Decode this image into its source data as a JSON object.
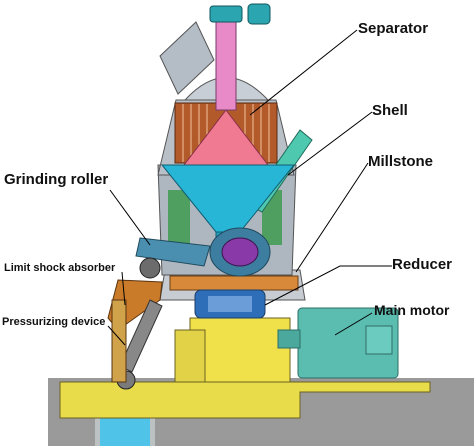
{
  "labels": {
    "separator": "Separator",
    "shell": "Shell",
    "millstone": "Millstone",
    "grinding_roller": "Grinding roller",
    "reducer": "Reducer",
    "limit_shock_absorber": "Limit shock absorber",
    "main_motor": "Main motor",
    "pressurizing_device": "Pressurizing device"
  },
  "colors": {
    "foundation": "#9a9a9a",
    "frame": "#e8dc4a",
    "motor": "#5bbcb0",
    "body": "#bfc5cc",
    "cone": "#28b6d6",
    "separator_cone": "#f07a92",
    "rotor_cage": "#b35a2a",
    "roller": "#4a8fb0",
    "reducer": "#2e6db8",
    "arm": "#c97b2a",
    "leader_line": "#000000"
  }
}
